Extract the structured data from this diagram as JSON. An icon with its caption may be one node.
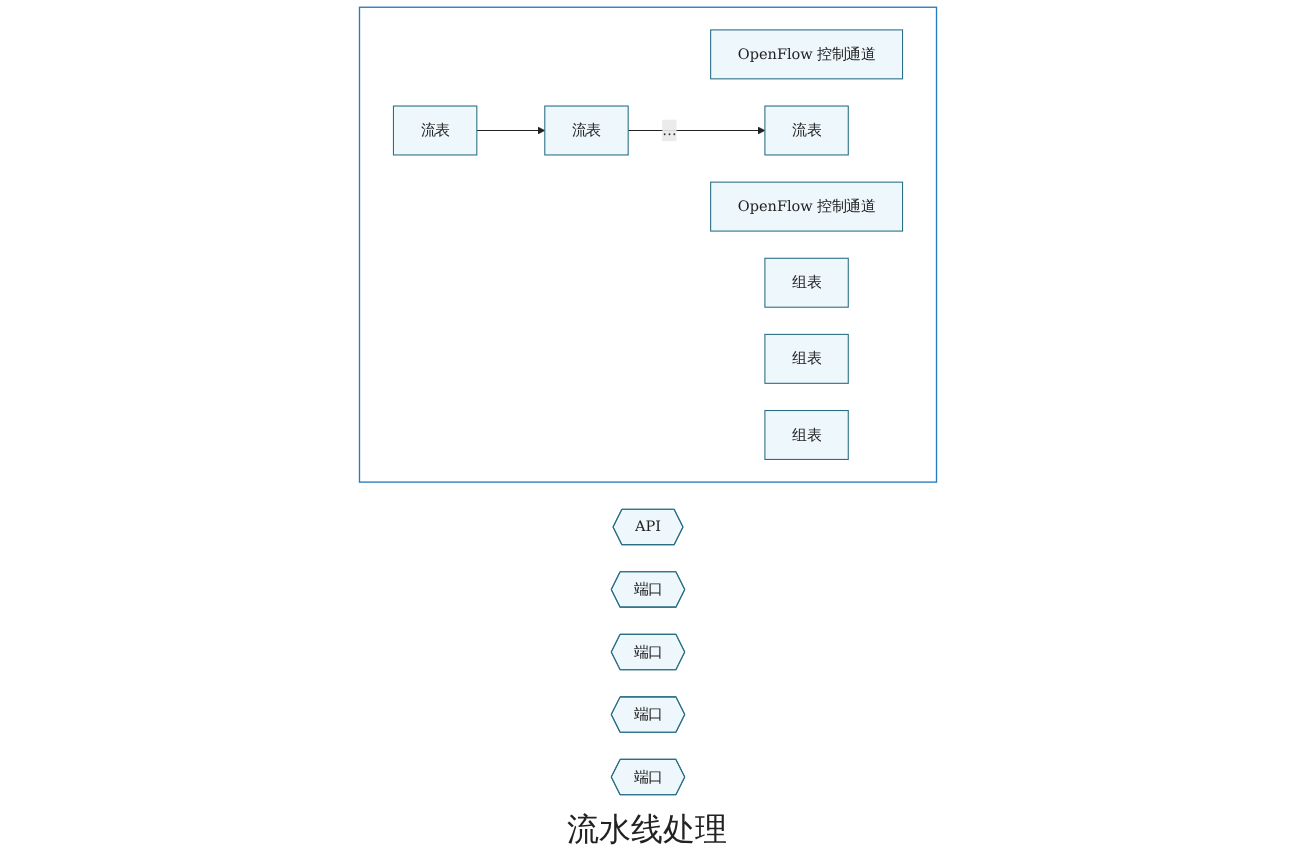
{
  "diagram": {
    "nodes": [
      {
        "text": [],
        "shape": "box"
      },
      {
        "text": [
          "API"
        ]
      },
      {
        "text": [
          "OpenFlow 控制通道"
        ],
        "in": 0
      },
      {
        "text": [
          "OpenFlow 控制通道"
        ],
        "in": 0
      },
      {
        "text": [
          "组表"
        ],
        "in": 0
      },
      {
        "text": [
          "组表"
        ],
        "in": 0
      },
      {
        "text": [
          "组表"
        ],
        "in": 0
      },
      {
        "text": [
          "端口"
        ]
      },
      {
        "text": [
          "端口"
        ]
      },
      {
        "text": [
          "流表"
        ],
        "in": 0
      },
      {
        "text": [
          "流表"
        ],
        "in": 0
      },
      {
        "text": [
          "流表"
        ],
        "in": 0
      },
      {
        "text": [
          "端口"
        ]
      },
      {
        "text": [
          "端口"
        ]
      }
    ],
    "edges": [
      {
        "from": 9,
        "to": 10,
        "arrow": "to"
      },
      {
        "from": 10,
        "to": 11,
        "arrow": "to",
        "label": "…"
      }
    ],
    "labels": [
      "流水线处理"
    ]
  }
}
